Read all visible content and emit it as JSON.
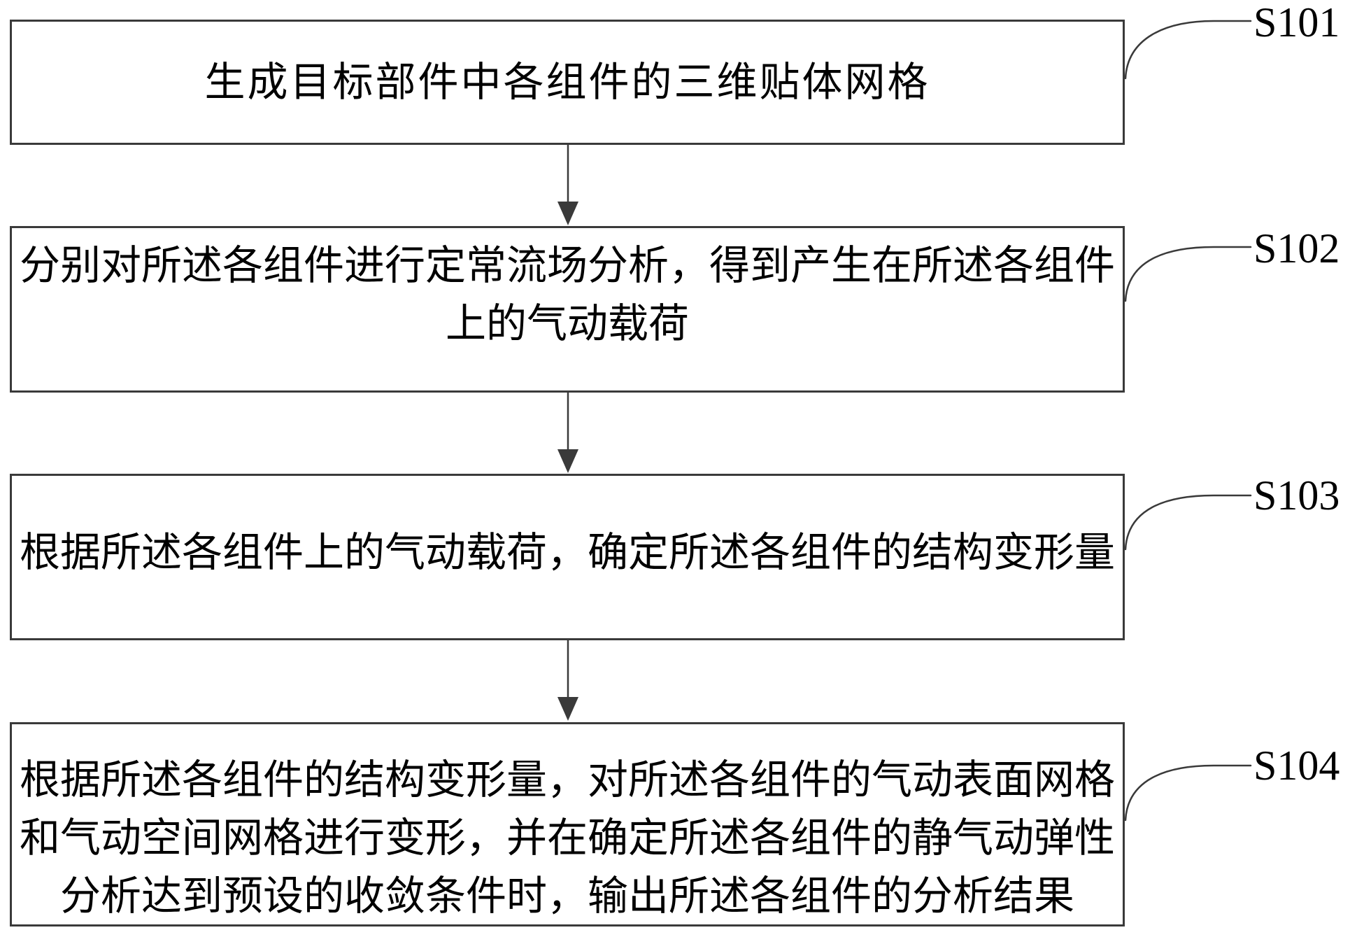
{
  "figure": {
    "title": "static-aeroelasticity-analysis-flowchart",
    "steps": [
      {
        "id": "S101",
        "lines": [
          "生成目标部件中各组件的三维贴体网格"
        ]
      },
      {
        "id": "S102",
        "lines": [
          "分别对所述各组件进行定常流场分析，得到产生在所述各组件",
          "上的气动载荷"
        ]
      },
      {
        "id": "S103",
        "lines": [
          "根据所述各组件上的气动载荷，确定所述各组件的结构变形量"
        ]
      },
      {
        "id": "S104",
        "lines": [
          "根据所述各组件的结构变形量，对所述各组件的气动表面网格",
          "和气动空间网格进行变形，并在确定所述各组件的静气动弹性",
          "分析达到预设的收敛条件时，输出所述各组件的分析结果"
        ]
      }
    ],
    "colors": {
      "line": "#3a3a3a",
      "text": "#000000",
      "background": "#ffffff"
    }
  }
}
